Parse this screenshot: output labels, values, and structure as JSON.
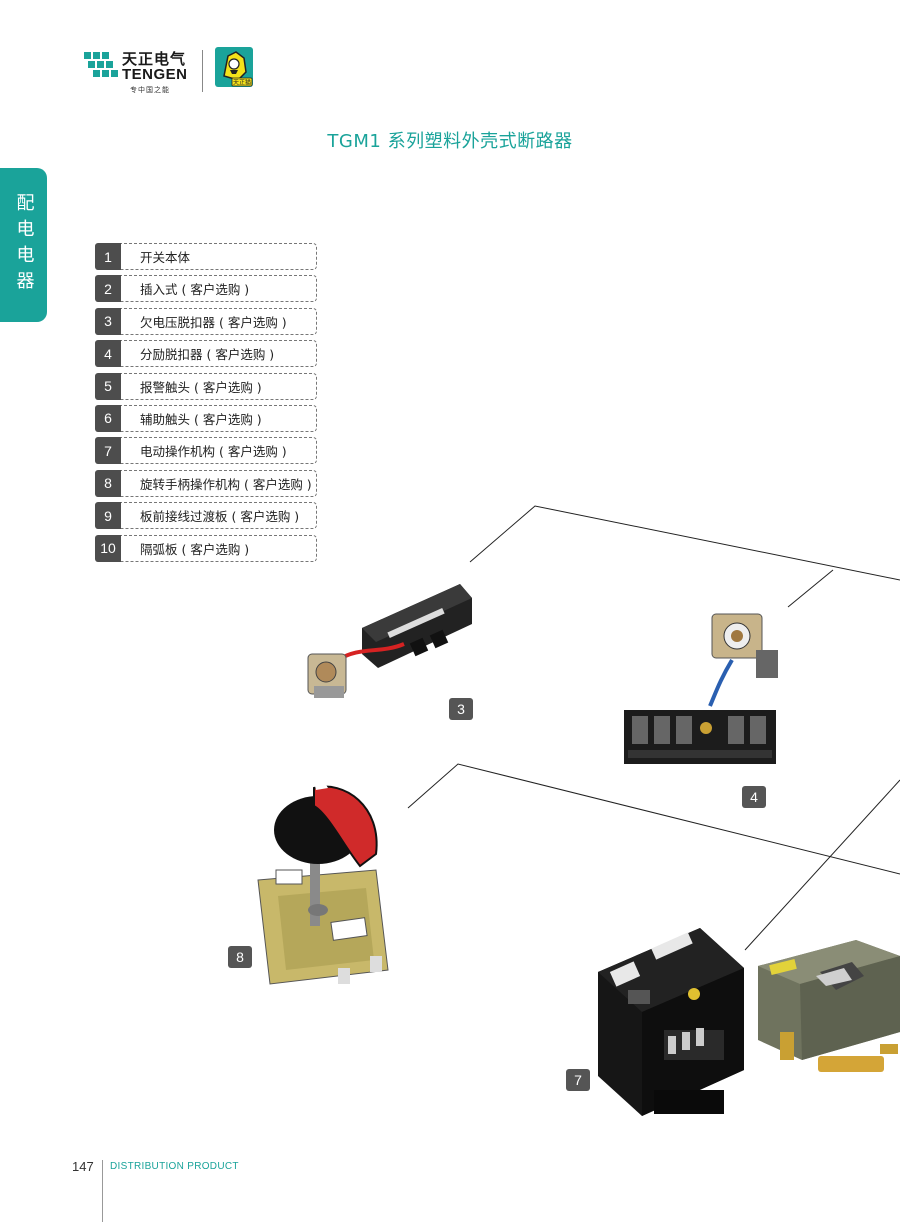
{
  "header": {
    "brand_cn": "天正电气",
    "brand_en": "TENGEN",
    "slogan": "专中国之能",
    "badge_text": "天正猫"
  },
  "page_title": "TGM1 系列塑料外壳式断路器",
  "side_tab": "配电电器",
  "parts": [
    {
      "num": "1",
      "label": "开关本体"
    },
    {
      "num": "2",
      "label": "插入式 ( 客户选购 )"
    },
    {
      "num": "3",
      "label": "欠电压脱扣器 ( 客户选购 )"
    },
    {
      "num": "4",
      "label": "分励脱扣器 ( 客户选购 )"
    },
    {
      "num": "5",
      "label": "报警触头 ( 客户选购 )"
    },
    {
      "num": "6",
      "label": "辅助触头 ( 客户选购 )"
    },
    {
      "num": "7",
      "label": "电动操作机构 ( 客户选购 )"
    },
    {
      "num": "8",
      "label": "旋转手柄操作机构 ( 客户选购 )"
    },
    {
      "num": "9",
      "label": "板前接线过渡板 ( 客户选购 )"
    },
    {
      "num": "10",
      "label": "隔弧板 ( 客户选购 )"
    }
  ],
  "callouts": {
    "c3": "3",
    "c4": "4",
    "c8": "8",
    "c7": "7"
  },
  "footer": {
    "page_number": "147",
    "section": "DISTRIBUTION PRODUCT"
  },
  "colors": {
    "accent": "#1aa39a",
    "number_box": "#4d4d4d"
  }
}
